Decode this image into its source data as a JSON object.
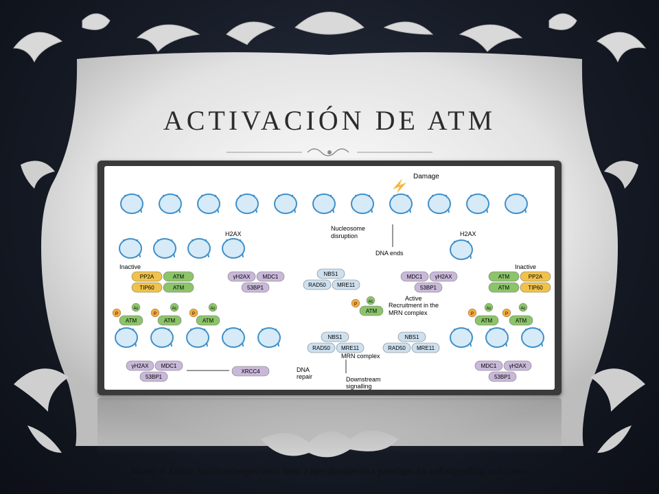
{
  "slide": {
    "title": "ACTIVACIÓN DE ATM",
    "caption_author": "Martin F. Lavin;",
    "caption_text": " Ataxia-telangiectasia: from a rare disorder to a paradigm for cell signalling and cancer"
  },
  "diagram": {
    "damage": "Damage",
    "h2ax_left": "H2AX",
    "h2ax_right": "H2AX",
    "nucleosome": "Nucleosome",
    "disruption": "disruption",
    "dna_ends": "DNA ends",
    "inactive_left": "Inactive",
    "inactive_right": "Inactive",
    "active": "Active",
    "pp2a": "PP2A",
    "tip60": "TIP60",
    "atm": "ATM",
    "gh2ax": "γH2AX",
    "mdc1": "MDC1",
    "bp53": "53BP1",
    "nbs1": "NBS1",
    "rad50": "RAD50",
    "mre11": "MRE11",
    "recruit1": "Recruitment in the",
    "recruit2": "MRN complex",
    "mrn": "MRN complex",
    "xrcc4": "XRCC4",
    "dna_repair1": "DNA",
    "dna_repair2": "repair",
    "downstream1": "Downstream",
    "downstream2": "signalling",
    "ac": "Ac",
    "p": "P"
  },
  "colors": {
    "panel": "#d6d6d6",
    "dna": "#3f8fc9",
    "atm": "#8cc46a",
    "pp2a": "#f0c24a",
    "mdc1": "#c9b8d9",
    "nbs1": "#cde0ef",
    "phospho": "#f2a93b"
  }
}
